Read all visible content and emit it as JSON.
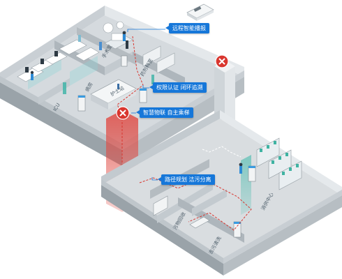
{
  "callouts": {
    "remote_broadcast": "远程智能播报",
    "permission_auth": "权限认证 闭环追溯",
    "smart_iot": "智慧物联 自主乘梯",
    "path_planning": "路径规划 洁污分离"
  },
  "rooms": {
    "icu": "ICU",
    "nurse_station": "护士站",
    "ward": "病房",
    "operating_room": "手术室",
    "pharmacy": "药剂科室",
    "distribution_center": "消供中心",
    "waste_recycling": "污物回收",
    "dirty_cleaning": "去污清洗"
  },
  "colors": {
    "accent": "#1677d9",
    "route": "#d9362f",
    "elevator": "#d9362f",
    "floor": "#d9dde0",
    "wall": "#a8b0b6"
  }
}
